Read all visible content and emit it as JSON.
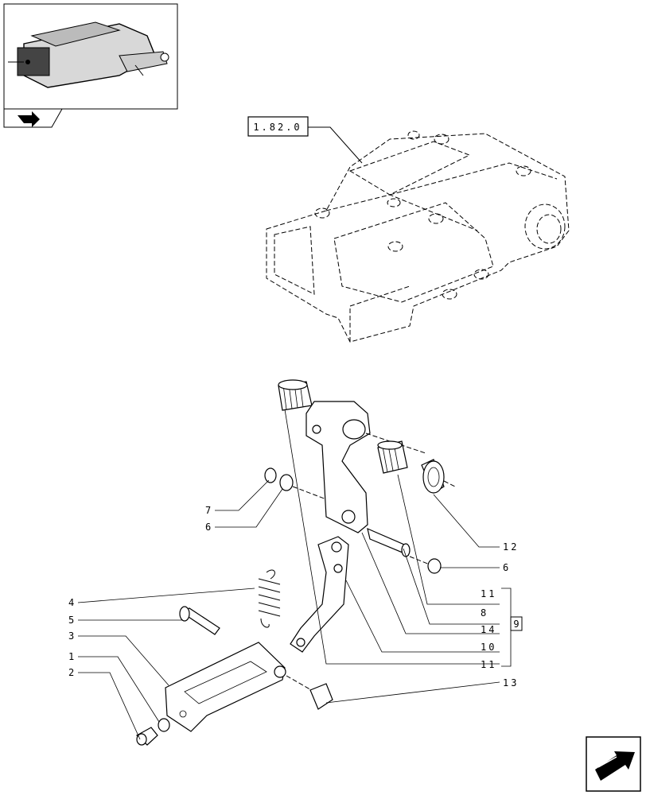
{
  "reference_box": "1.82.0",
  "group_box": "9",
  "callouts": {
    "c1": "1",
    "c2": "2",
    "c3": "3",
    "c4": "4",
    "c5": "5",
    "c6a": "6",
    "c6b": "6",
    "c7": "7",
    "c8": "8",
    "c10": "10",
    "c11a": "11",
    "c11b": "11",
    "c12": "12",
    "c13": "13",
    "c14": "14"
  },
  "icons": {
    "thumbnail": "tractor-hitch-thumbnail-icon",
    "nav_left": "previous-page-arrow-icon",
    "nav_right": "next-page-arrow-icon"
  }
}
